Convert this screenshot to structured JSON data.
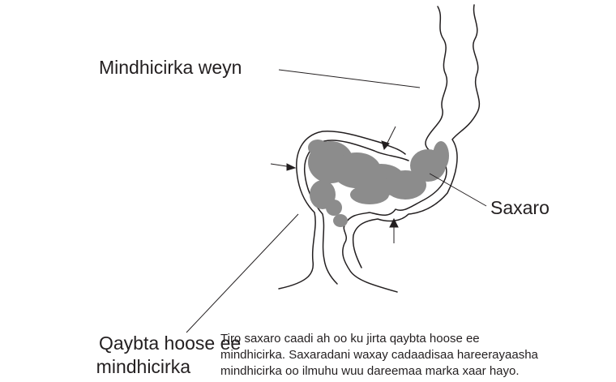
{
  "labels": {
    "large_intestine": "Mindhicirka weyn",
    "stool": "Saxaro",
    "rectum_line1": "Qaybta hoose ee",
    "rectum_line2": "mindhicirka"
  },
  "caption": {
    "line1": "Tiro saxaro caadi ah oo ku jirta qaybta hoose ee",
    "line2": "mindhicirka. Saxaradani waxay cadaadisaa hareerayaasha",
    "line3": "mindhicirka oo ilmuhu wuu dareemaa marka xaar hayo."
  },
  "colors": {
    "line": "#231f20",
    "stool": "#8c8c8c",
    "background": "#ffffff"
  }
}
